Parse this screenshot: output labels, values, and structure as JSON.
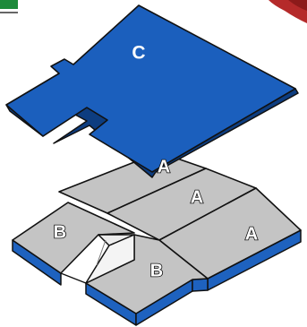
{
  "panel_labels": {
    "c": "C",
    "a_top": "A",
    "a_middle": "A",
    "a_right": "A",
    "b_left": "B",
    "b_bottom": "B"
  },
  "colors": {
    "grey_top": "#c4c4c4",
    "blue_edge": "#1e62bf",
    "blue_panel": "#1b5fbd",
    "green_corner": "#1d8a3a",
    "red_corner": "#b52a2a",
    "outline": "#111111"
  }
}
